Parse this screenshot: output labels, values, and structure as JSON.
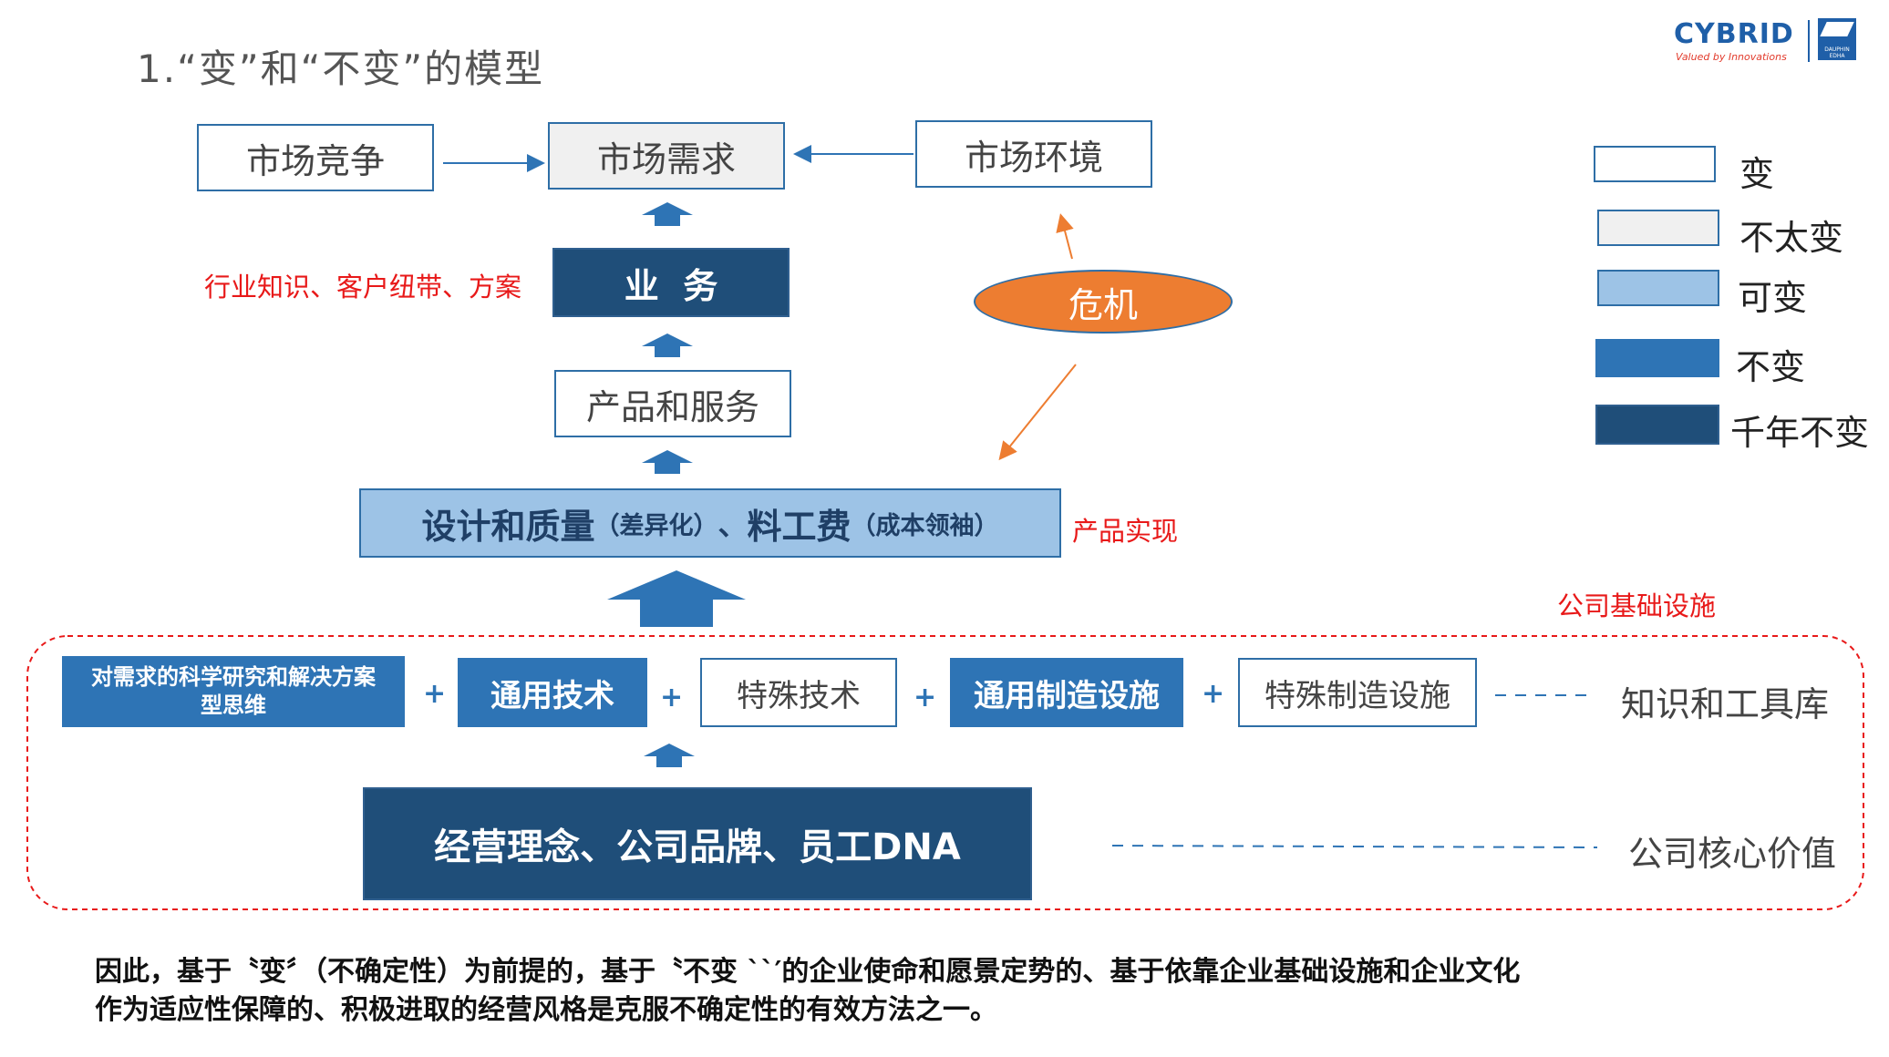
{
  "slide_title": "1.“变”和“不变”的模型",
  "logo": {
    "brand": "CYBRID",
    "tagline": "Valued by Innovations",
    "mark_text": "DAUPHIN EDHA"
  },
  "colors": {
    "white_box": "#ffffff",
    "light_box": "#f0f0f0",
    "pale_blue": "#9dc3e6",
    "mid_blue": "#2e74b5",
    "dark_blue": "#1f4e79",
    "crisis_orange": "#ed7d31",
    "red_text": "#e81919"
  },
  "top_row": {
    "competition": "市场竞争",
    "demand": "市场需求",
    "environment": "市场环境"
  },
  "business": {
    "label": "业  务",
    "annotation": "行业知识、客户纽带、方案"
  },
  "crisis": "危机",
  "products": "产品和服务",
  "design": {
    "main_a": "设计和质量",
    "sub_a": "（差异化）",
    "sep": "、",
    "main_b": "料工费",
    "sub_b": "（成本领袖）",
    "annotation": "产品实现"
  },
  "infra_label": "公司基础设施",
  "infra_row": {
    "research": "对需求的科学研究和解决方案型思维",
    "general_tech": "通用技术",
    "special_tech": "特殊技术",
    "general_mfg": "通用制造设施",
    "special_mfg": "特殊制造设施",
    "plus": "+",
    "knowledge_label": "知识和工具库"
  },
  "core": {
    "label": "经营理念、公司品牌、员工DNA",
    "annotation": "公司核心价值"
  },
  "legend": [
    {
      "label": "变",
      "color": "#ffffff"
    },
    {
      "label": "不太变",
      "color": "#f0f0f0"
    },
    {
      "label": "可变",
      "color": "#9dc3e6"
    },
    {
      "label": "不变",
      "color": "#2e74b5"
    },
    {
      "label": "千年不变",
      "color": "#1f4e79"
    }
  ],
  "conclusion": {
    "line1": "因此，基于〝变〞（不确定性）为前提的，基于〝不变 ``′的企业使命和愿景定势的、基于依靠企业基础设施和企业文化",
    "line2": "作为适应性保障的、积极进取的经营风格是克服不确定性的有效方法之一。"
  }
}
